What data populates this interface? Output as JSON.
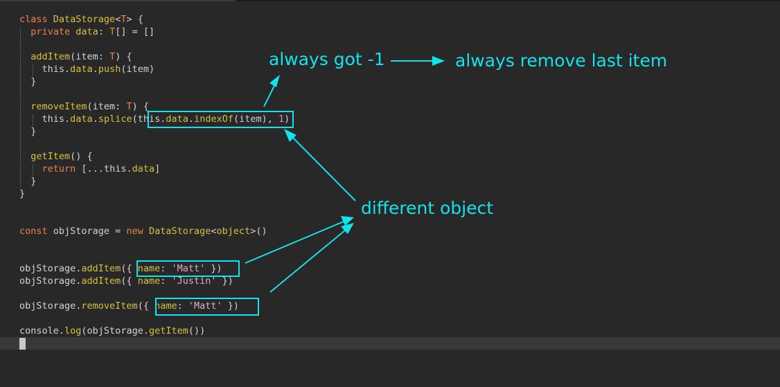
{
  "colors": {
    "background": "#282828",
    "keyword": "#f0824b",
    "class_name": "#d6c23e",
    "plain": "#d4d4d4",
    "number": "#e885c0",
    "string": "#e6a8cf",
    "annotation": "#12e3ec"
  },
  "code": {
    "lines": [
      [
        [
          "keyword",
          "class "
        ],
        [
          "class_name",
          "DataStorage"
        ],
        [
          "plain",
          "<"
        ],
        [
          "keyword",
          "T"
        ],
        [
          "plain",
          "> {"
        ]
      ],
      [
        [
          "plain",
          "  "
        ],
        [
          "keyword",
          "private "
        ],
        [
          "class_name",
          "data"
        ],
        [
          "plain",
          ": "
        ],
        [
          "keyword",
          "T"
        ],
        [
          "plain",
          "[] = []"
        ]
      ],
      [],
      [
        [
          "plain",
          "  "
        ],
        [
          "class_name",
          "addItem"
        ],
        [
          "plain",
          "(item: "
        ],
        [
          "keyword",
          "T"
        ],
        [
          "plain",
          ") {"
        ]
      ],
      [
        [
          "plain",
          "    "
        ],
        [
          "plain",
          "this"
        ],
        [
          "plain",
          "."
        ],
        [
          "class_name",
          "data"
        ],
        [
          "plain",
          "."
        ],
        [
          "class_name",
          "push"
        ],
        [
          "plain",
          "(item)"
        ]
      ],
      [
        [
          "plain",
          "  }"
        ]
      ],
      [],
      [
        [
          "plain",
          "  "
        ],
        [
          "class_name",
          "removeItem"
        ],
        [
          "plain",
          "(item: "
        ],
        [
          "keyword",
          "T"
        ],
        [
          "plain",
          ") {"
        ]
      ],
      [
        [
          "plain",
          "    "
        ],
        [
          "plain",
          "this"
        ],
        [
          "plain",
          "."
        ],
        [
          "class_name",
          "data"
        ],
        [
          "plain",
          "."
        ],
        [
          "class_name",
          "splice"
        ],
        [
          "plain",
          "("
        ],
        [
          "plain",
          "this"
        ],
        [
          "plain",
          "."
        ],
        [
          "class_name",
          "data"
        ],
        [
          "plain",
          "."
        ],
        [
          "class_name",
          "indexOf"
        ],
        [
          "plain",
          "(item), "
        ],
        [
          "number",
          "1"
        ],
        [
          "plain",
          ")"
        ]
      ],
      [
        [
          "plain",
          "  }"
        ]
      ],
      [],
      [
        [
          "plain",
          "  "
        ],
        [
          "class_name",
          "getItem"
        ],
        [
          "plain",
          "() {"
        ]
      ],
      [
        [
          "plain",
          "    "
        ],
        [
          "keyword",
          "return "
        ],
        [
          "plain",
          "[..."
        ],
        [
          "plain",
          "this"
        ],
        [
          "plain",
          "."
        ],
        [
          "class_name",
          "data"
        ],
        [
          "plain",
          "]"
        ]
      ],
      [
        [
          "plain",
          "  }"
        ]
      ],
      [
        [
          "plain",
          "}"
        ]
      ],
      [],
      [],
      [
        [
          "keyword",
          "const "
        ],
        [
          "plain",
          "objStorage = "
        ],
        [
          "keyword",
          "new "
        ],
        [
          "class_name",
          "DataStorage"
        ],
        [
          "plain",
          "<"
        ],
        [
          "class_name",
          "object"
        ],
        [
          "plain",
          ">()"
        ]
      ],
      [],
      [],
      [
        [
          "plain",
          "objStorage."
        ],
        [
          "class_name",
          "addItem"
        ],
        [
          "plain",
          "({ "
        ],
        [
          "class_name",
          "name"
        ],
        [
          "plain",
          ": "
        ],
        [
          "string",
          "'Matt'"
        ],
        [
          "plain",
          " })"
        ]
      ],
      [
        [
          "plain",
          "objStorage."
        ],
        [
          "class_name",
          "addItem"
        ],
        [
          "plain",
          "({ "
        ],
        [
          "class_name",
          "name"
        ],
        [
          "plain",
          ": "
        ],
        [
          "string",
          "'Justin'"
        ],
        [
          "plain",
          " })"
        ]
      ],
      [],
      [
        [
          "plain",
          "objStorage."
        ],
        [
          "class_name",
          "removeItem"
        ],
        [
          "plain",
          "({ "
        ],
        [
          "class_name",
          "name"
        ],
        [
          "plain",
          ": "
        ],
        [
          "string",
          "'Matt'"
        ],
        [
          "plain",
          " })"
        ]
      ],
      [],
      [
        [
          "plain",
          "console."
        ],
        [
          "class_name",
          "log"
        ],
        [
          "plain",
          "(objStorage."
        ],
        [
          "class_name",
          "getItem"
        ],
        [
          "plain",
          "())"
        ]
      ]
    ]
  },
  "annotations": {
    "always_got": "always got -1",
    "always_remove": "always remove last item",
    "different_object": "different object"
  }
}
